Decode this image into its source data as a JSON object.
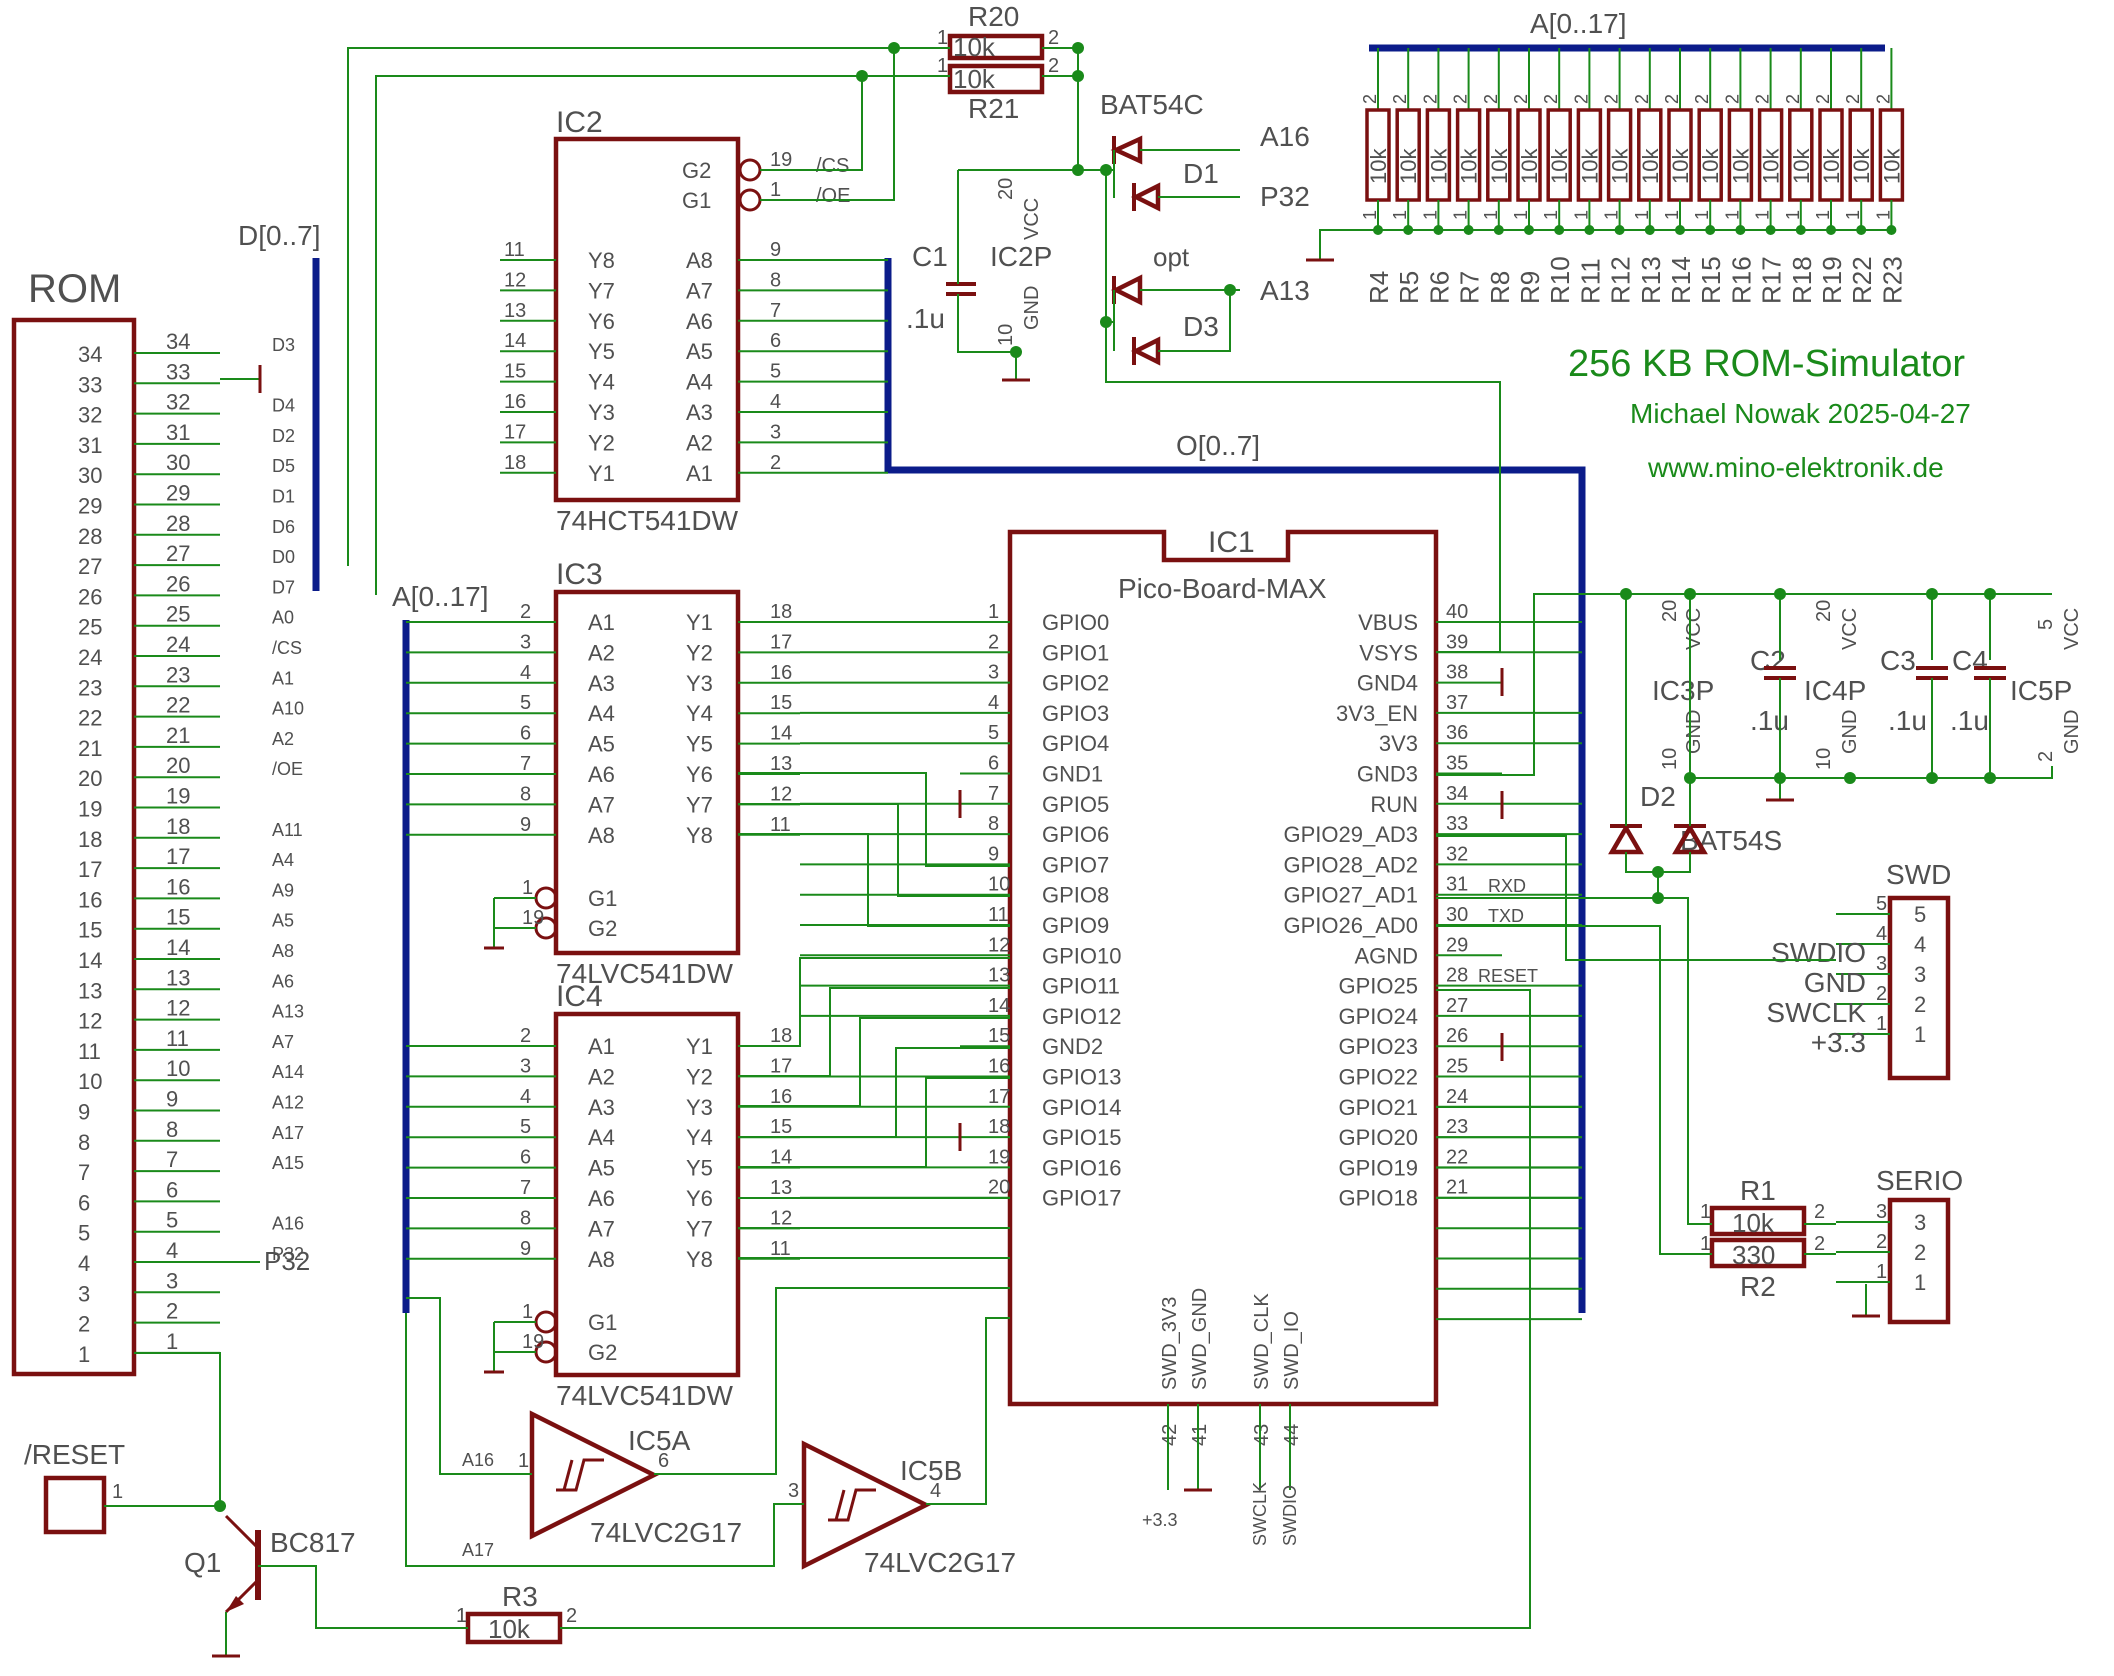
{
  "title": {
    "main": "256 KB ROM-Simulator",
    "author": "Michael Nowak 2025-04-27",
    "url": "www.mino-elektronik.de"
  },
  "colors": {
    "wire": "#1a8a1a",
    "bus": "#0b1c8a",
    "part": "#7a1010",
    "text": "#505050",
    "title": "#1a8a1a"
  },
  "rom": {
    "name": "ROM",
    "pins": [
      "34",
      "33",
      "32",
      "31",
      "30",
      "29",
      "28",
      "27",
      "26",
      "25",
      "24",
      "23",
      "22",
      "21",
      "20",
      "19",
      "18",
      "17",
      "16",
      "15",
      "14",
      "13",
      "12",
      "11",
      "10",
      "9",
      "8",
      "7",
      "6",
      "5",
      "4",
      "3",
      "2",
      "1"
    ],
    "nets": [
      "D3",
      "",
      "D4",
      "D2",
      "D5",
      "D1",
      "D6",
      "D0",
      "D7",
      "A0",
      "/CS",
      "A1",
      "A10",
      "A2",
      "/OE",
      "",
      "A11",
      "A4",
      "A9",
      "A5",
      "A8",
      "A6",
      "A13",
      "A7",
      "A14",
      "A12",
      "A17",
      "A15",
      "",
      "A16",
      "P32",
      "",
      "",
      ""
    ]
  },
  "buses": {
    "d": "D[0..7]",
    "a_left": "A[0..17]",
    "o": "O[0..7]",
    "a_top": "A[0..17]"
  },
  "ic2": {
    "name": "IC2",
    "value": "74HCT541DW",
    "left_pins": [
      "11",
      "12",
      "13",
      "14",
      "15",
      "16",
      "17",
      "18"
    ],
    "left_names": [
      "Y8",
      "Y7",
      "Y6",
      "Y5",
      "Y4",
      "Y3",
      "Y2",
      "Y1"
    ],
    "right_pins": [
      "9",
      "8",
      "7",
      "6",
      "5",
      "4",
      "3",
      "2"
    ],
    "right_names": [
      "A8",
      "A7",
      "A6",
      "A5",
      "A4",
      "A3",
      "A2",
      "A1"
    ],
    "g_names": [
      "G2",
      "G1"
    ],
    "g_pins": [
      "19",
      "1"
    ],
    "g_nets": [
      "/CS",
      "/OE"
    ]
  },
  "ic3": {
    "name": "IC3",
    "value": "74LVC541DW",
    "left_pins": [
      "2",
      "3",
      "4",
      "5",
      "6",
      "7",
      "8",
      "9"
    ],
    "left_names": [
      "A1",
      "A2",
      "A3",
      "A4",
      "A5",
      "A6",
      "A7",
      "A8"
    ],
    "right_pins": [
      "18",
      "17",
      "16",
      "15",
      "14",
      "13",
      "12",
      "11"
    ],
    "right_names": [
      "Y1",
      "Y2",
      "Y3",
      "Y4",
      "Y5",
      "Y6",
      "Y7",
      "Y8"
    ],
    "g_names": [
      "G1",
      "G2"
    ],
    "g_pins": [
      "1",
      "19"
    ]
  },
  "ic4": {
    "name": "IC4",
    "value": "74LVC541DW",
    "left_pins": [
      "2",
      "3",
      "4",
      "5",
      "6",
      "7",
      "8",
      "9"
    ],
    "left_names": [
      "A1",
      "A2",
      "A3",
      "A4",
      "A5",
      "A6",
      "A7",
      "A8"
    ],
    "right_pins": [
      "18",
      "17",
      "16",
      "15",
      "14",
      "13",
      "12",
      "11"
    ],
    "right_names": [
      "Y1",
      "Y2",
      "Y3",
      "Y4",
      "Y5",
      "Y6",
      "Y7",
      "Y8"
    ],
    "g_names": [
      "G1",
      "G2"
    ],
    "g_pins": [
      "1",
      "19"
    ]
  },
  "ic1": {
    "name": "IC1",
    "value": "Pico-Board-MAX",
    "left_pins": [
      "1",
      "2",
      "3",
      "4",
      "5",
      "6",
      "7",
      "8",
      "9",
      "10",
      "11",
      "12",
      "13",
      "14",
      "15",
      "16",
      "17",
      "18",
      "19",
      "20"
    ],
    "left_names": [
      "GPIO0",
      "GPIO1",
      "GPIO2",
      "GPIO3",
      "GPIO4",
      "GND1",
      "GPIO5",
      "GPIO6",
      "GPIO7",
      "GPIO8",
      "GPIO9",
      "GPIO10",
      "GPIO11",
      "GPIO12",
      "GND2",
      "GPIO13",
      "GPIO14",
      "GPIO15",
      "GPIO16",
      "GPIO17"
    ],
    "right_pins": [
      "40",
      "39",
      "38",
      "37",
      "36",
      "35",
      "34",
      "33",
      "32",
      "31",
      "30",
      "29",
      "28",
      "27",
      "26",
      "25",
      "24",
      "23",
      "22",
      "21"
    ],
    "right_names": [
      "VBUS",
      "VSYS",
      "GND4",
      "3V3_EN",
      "3V3",
      "GND3",
      "RUN",
      "GPIO29_AD3",
      "GPIO28_AD2",
      "GPIO27_AD1",
      "GPIO26_AD0",
      "AGND",
      "GPIO25",
      "GPIO24",
      "GPIO23",
      "GPIO22",
      "GPIO21",
      "GPIO20",
      "GPIO19",
      "GPIO18"
    ],
    "bottom_pins": [
      "42",
      "41",
      "43",
      "44"
    ],
    "bottom_names": [
      "SWD_3V3",
      "SWD_GND",
      "SWD_CLK",
      "SWD_IO"
    ],
    "bottom_nets": [
      "+3.3",
      "",
      "SWCLK",
      "SWDIO"
    ],
    "right_nets": [
      "RXD",
      "TXD",
      "RESET"
    ]
  },
  "r20": {
    "name": "R20",
    "value": "10k",
    "pin1": "1",
    "pin2": "2"
  },
  "r21": {
    "name": "R21",
    "value": "10k",
    "pin1": "1",
    "pin2": "2"
  },
  "d1": {
    "name": "D1",
    "value": "BAT54C",
    "nets": [
      "A16",
      "P32"
    ]
  },
  "d3": {
    "name": "D3",
    "option": "opt",
    "nets": [
      "A13"
    ]
  },
  "c1": {
    "name": "C1",
    "value": ".1u"
  },
  "ic2p": {
    "name": "IC2P",
    "vcc": "VCC",
    "vcc_pin": "20",
    "gnd": "GND",
    "gnd_pin": "10"
  },
  "rarray": {
    "names": [
      "R4",
      "R5",
      "R6",
      "R7",
      "R8",
      "R9",
      "R10",
      "R11",
      "R12",
      "R13",
      "R14",
      "R15",
      "R16",
      "R17",
      "R18",
      "R19",
      "R22",
      "R23"
    ],
    "value": "10k",
    "pin_top": "2",
    "pin_bottom": "1"
  },
  "power": {
    "ic3p": {
      "name": "IC3P",
      "vcc": "VCC",
      "vcc_pin": "20",
      "gnd": "GND",
      "gnd_pin": "10"
    },
    "ic4p": {
      "name": "IC4P",
      "vcc": "VCC",
      "vcc_pin": "20",
      "gnd": "GND",
      "gnd_pin": "10"
    },
    "ic5p": {
      "name": "IC5P",
      "vcc": "VCC",
      "vcc_pin": "5",
      "gnd": "GND",
      "gnd_pin": "2"
    },
    "c2": {
      "name": "C2",
      "value": ".1u"
    },
    "c3": {
      "name": "C3",
      "value": ".1u"
    },
    "c4": {
      "name": "C4",
      "value": ".1u"
    }
  },
  "d2": {
    "name": "D2",
    "value": "BAT54S"
  },
  "swd": {
    "name": "SWD",
    "pins": [
      "5",
      "4",
      "3",
      "2",
      "1"
    ],
    "signals": [
      "",
      "SWDIO",
      "GND",
      "SWCLK",
      "+3.3"
    ]
  },
  "serio": {
    "name": "SERIO",
    "pins": [
      "3",
      "2",
      "1"
    ]
  },
  "r1": {
    "name": "R1",
    "value": "10k",
    "pin1": "1",
    "pin2": "2"
  },
  "r2": {
    "name": "R2",
    "value": "330",
    "pin1": "1",
    "pin2": "2"
  },
  "r3": {
    "name": "R3",
    "value": "10k",
    "pin1": "1",
    "pin2": "2"
  },
  "ic5a": {
    "name": "IC5A",
    "value": "74LVC2G17",
    "in_pin": "1",
    "out_pin": "6",
    "in_net": "A16"
  },
  "ic5b": {
    "name": "IC5B",
    "value": "74LVC2G17",
    "in_pin": "3",
    "out_pin": "4",
    "in_net": "A17"
  },
  "q1": {
    "name": "Q1",
    "value": "BC817"
  },
  "reset": {
    "name": "/RESET",
    "pin": "1"
  }
}
